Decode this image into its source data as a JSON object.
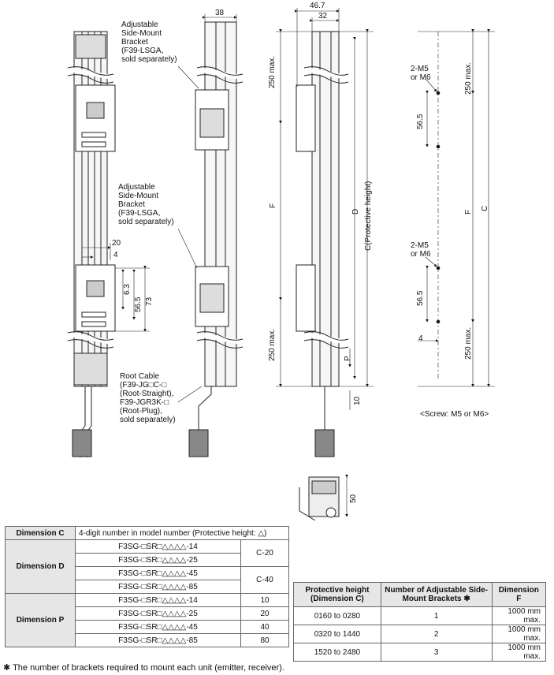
{
  "callouts": {
    "bracket_top": [
      "Adjustable",
      "Side-Mount",
      "Bracket",
      "(F39-LSGA,",
      "sold separately)"
    ],
    "bracket_mid": [
      "Adjustable",
      "Side-Mount",
      "Bracket",
      "(F39-LSGA,",
      "sold separately)"
    ],
    "root_cable": [
      "Root Cable",
      "(F39-JG□C-□",
      "(Root-Straight),",
      "F39-JGR3K-□",
      "(Root-Plug),",
      "sold separately)"
    ],
    "screw_top": [
      "2-M5",
      "or M6"
    ],
    "screw_bottom": [
      "2-M5",
      "or M6"
    ],
    "screw_note": "<Screw: M5 or M6>"
  },
  "dims": {
    "d38": "38",
    "d46_7": "46.7",
    "d32": "32",
    "d250_a": "250 max.",
    "d250_b": "250 max.",
    "d250_c": "250 max.",
    "d250_d": "250 max.",
    "F": "F",
    "F2": "F",
    "D": "D",
    "C_prot": "C(Protective height)",
    "C": "C",
    "d56_5_a": "56.5",
    "d56_5_b": "56.5",
    "d56_5_c": "56.5",
    "d20": "20",
    "d4": "4",
    "d4b": "4",
    "d6_3": "6.3",
    "d73": "73",
    "P": "P",
    "d10": "10",
    "d50": "50"
  },
  "table1": {
    "header": {
      "dim": "Dimension C",
      "desc": "4-digit number in model number (Protective height: △)"
    },
    "groups": [
      {
        "name": "Dimension D",
        "models": [
          "F3SG-□SR□△△△△-14",
          "F3SG-□SR□△△△△-25",
          "F3SG-□SR□△△△△-45",
          "F3SG-□SR□△△△△-85"
        ],
        "values": [
          "C-20",
          "C-40"
        ]
      },
      {
        "name": "Dimension P",
        "models": [
          "F3SG-□SR□△△△△-14",
          "F3SG-□SR□△△△△-25",
          "F3SG-□SR□△△△△-45",
          "F3SG-□SR□△△△△-85"
        ],
        "values": [
          "10",
          "20",
          "40",
          "80"
        ]
      }
    ]
  },
  "table2": {
    "headers": [
      "Protective height (Dimension C)",
      "Number of Adjustable Side-Mount Brackets ✱",
      "Dimension F"
    ],
    "rows": [
      [
        "0160 to 0280",
        "1",
        "1000 mm max."
      ],
      [
        "0320 to 1440",
        "2",
        "1000 mm max."
      ],
      [
        "1520 to 2480",
        "3",
        "1000 mm max."
      ]
    ]
  },
  "footnote": "✱ The number of brackets required to mount each unit (emitter, receiver)."
}
